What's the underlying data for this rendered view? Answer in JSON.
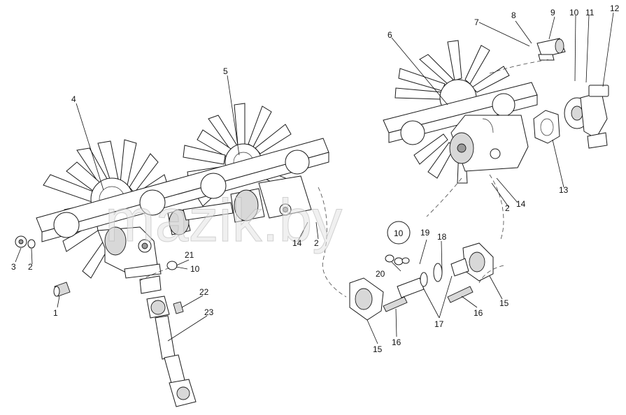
{
  "watermark": "mazik.by",
  "callouts": [
    {
      "id": "c1",
      "text": "1"
    },
    {
      "id": "c2a",
      "text": "2"
    },
    {
      "id": "c2b",
      "text": "2"
    },
    {
      "id": "c2c",
      "text": "2"
    },
    {
      "id": "c3",
      "text": "3"
    },
    {
      "id": "c4",
      "text": "4"
    },
    {
      "id": "c5",
      "text": "5"
    },
    {
      "id": "c6",
      "text": "6"
    },
    {
      "id": "c7",
      "text": "7"
    },
    {
      "id": "c8",
      "text": "8"
    },
    {
      "id": "c9",
      "text": "9"
    },
    {
      "id": "c10a",
      "text": "10"
    },
    {
      "id": "c10b",
      "text": "10"
    },
    {
      "id": "c10c",
      "text": "10"
    },
    {
      "id": "c11",
      "text": "11"
    },
    {
      "id": "c12",
      "text": "12"
    },
    {
      "id": "c13",
      "text": "13"
    },
    {
      "id": "c14a",
      "text": "14"
    },
    {
      "id": "c14b",
      "text": "14"
    },
    {
      "id": "c15a",
      "text": "15"
    },
    {
      "id": "c15b",
      "text": "15"
    },
    {
      "id": "c16a",
      "text": "16"
    },
    {
      "id": "c16b",
      "text": "16"
    },
    {
      "id": "c17",
      "text": "17"
    },
    {
      "id": "c18",
      "text": "18"
    },
    {
      "id": "c19",
      "text": "19"
    },
    {
      "id": "c20",
      "text": "20"
    },
    {
      "id": "c21",
      "text": "21"
    },
    {
      "id": "c22",
      "text": "22"
    },
    {
      "id": "c23",
      "text": "23"
    }
  ]
}
